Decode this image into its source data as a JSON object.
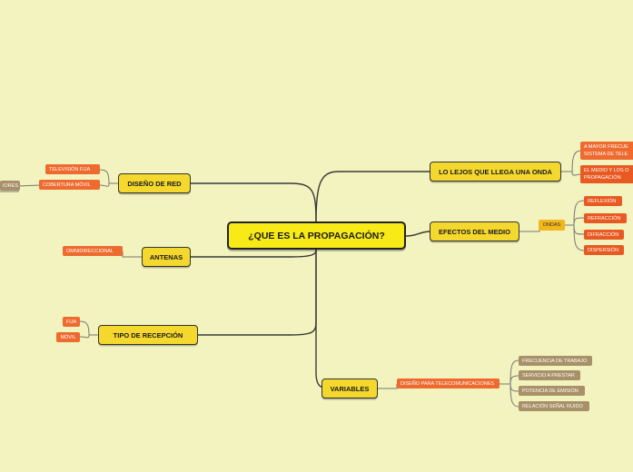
{
  "central": "¿QUE ES LA PROPAGACIÓN?",
  "branches": {
    "diseno_red": {
      "label": "DISEÑO DE RED",
      "children": [
        "TELEVISIÓN FIJA",
        "COBERTURA MÓVIL"
      ],
      "offscreen": "IORES"
    },
    "antenas": {
      "label": "ANTENAS",
      "children": [
        "OMNIDIRECCIONAL"
      ]
    },
    "tipo_recepcion": {
      "label": "TIPO DE RECEPCIÓN",
      "children": [
        "FIJA",
        "MÓVIL"
      ]
    },
    "lejos_onda": {
      "label": "LO LEJOS QUE LLEGA UNA ONDA",
      "children": [
        "A MAYOR FRECUE SISTEMA DE TELE",
        "EL MEDIO Y LOS O PROPAGACIÓN"
      ]
    },
    "efectos_medio": {
      "label": "EFECTOS DEL MEDIO",
      "sub": "ONDAS",
      "children": [
        "REFLEXIÓN",
        "REFRACCIÓN",
        "DIFRACCIÓN",
        "DISPERSIÓN"
      ]
    },
    "variables": {
      "label": "VARIABLES",
      "sub": "DISEÑO PARA TELECOMUNICACIONES",
      "children": [
        "FRECUENCIA DE TRABAJO",
        "SERVICIO A PRESTAR",
        "POTENCIA DE EMISIÓN",
        "RELACIÓN SEÑAL RUIDO"
      ]
    }
  },
  "colors": {
    "background": "#f2f3be",
    "central": "#f7ea16",
    "main": "#f5d82e",
    "chip_orange": "#ee6a2f",
    "chip_brown": "#a89068",
    "chip_amber": "#f2b71c",
    "line": "#555555"
  }
}
